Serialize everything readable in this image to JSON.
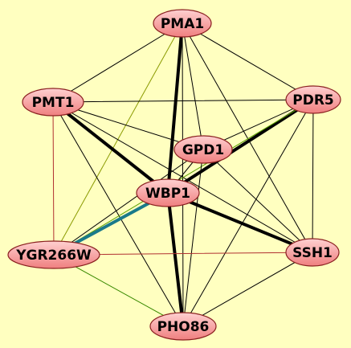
{
  "colors": {
    "background": "#ffffc0",
    "node_fill_light": "#ffd0d0",
    "node_fill_dark": "#ef7f7f",
    "node_stroke": "#8a2020"
  },
  "nodes": [
    {
      "id": "PMA1",
      "label": "PMA1"
    },
    {
      "id": "PMT1",
      "label": "PMT1"
    },
    {
      "id": "PDR5",
      "label": "PDR5"
    },
    {
      "id": "GPD1",
      "label": "GPD1"
    },
    {
      "id": "WBP1",
      "label": "WBP1"
    },
    {
      "id": "YGR266W",
      "label": "YGR266W"
    },
    {
      "id": "SSH1",
      "label": "SSH1"
    },
    {
      "id": "PHO86",
      "label": "PHO86"
    }
  ],
  "edges": [
    {
      "source": "PMA1",
      "target": "PMT1",
      "color": "#000000",
      "weight": "thin"
    },
    {
      "source": "PMA1",
      "target": "PDR5",
      "color": "#000000",
      "weight": "thin"
    },
    {
      "source": "PMA1",
      "target": "GPD1",
      "color": "#000000",
      "weight": "thin"
    },
    {
      "source": "PMA1",
      "target": "WBP1",
      "color": "#000000",
      "weight": "heavy"
    },
    {
      "source": "PMA1",
      "target": "YGR266W",
      "color": "#8a9a00",
      "weight": "thin"
    },
    {
      "source": "PMA1",
      "target": "SSH1",
      "color": "#000000",
      "weight": "thin"
    },
    {
      "source": "PMA1",
      "target": "PHO86",
      "color": "#000000",
      "weight": "thin"
    },
    {
      "source": "PMT1",
      "target": "PDR5",
      "color": "#000000",
      "weight": "thin"
    },
    {
      "source": "PMT1",
      "target": "GPD1",
      "color": "#000000",
      "weight": "thin"
    },
    {
      "source": "PMT1",
      "target": "WBP1",
      "color": "#000000",
      "weight": "heavy"
    },
    {
      "source": "PMT1",
      "target": "YGR266W",
      "color": "#b03030",
      "weight": "thin"
    },
    {
      "source": "PMT1",
      "target": "SSH1",
      "color": "#000000",
      "weight": "thin"
    },
    {
      "source": "PMT1",
      "target": "PHO86",
      "color": "#000000",
      "weight": "thin"
    },
    {
      "source": "PDR5",
      "target": "GPD1",
      "color": "#000000",
      "weight": "thin"
    },
    {
      "source": "PDR5",
      "target": "WBP1",
      "color": "#000000",
      "weight": "heavy"
    },
    {
      "source": "PDR5",
      "target": "YGR266W",
      "color": "#5aa000",
      "weight": "thin"
    },
    {
      "source": "PDR5",
      "target": "SSH1",
      "color": "#000000",
      "weight": "thin"
    },
    {
      "source": "PDR5",
      "target": "PHO86",
      "color": "#000000",
      "weight": "thin"
    },
    {
      "source": "GPD1",
      "target": "WBP1",
      "color": "#000000",
      "weight": "thin"
    },
    {
      "source": "GPD1",
      "target": "YGR266W",
      "color": "#000000",
      "weight": "thin"
    },
    {
      "source": "GPD1",
      "target": "SSH1",
      "color": "#000000",
      "weight": "thin"
    },
    {
      "source": "GPD1",
      "target": "PHO86",
      "color": "#000000",
      "weight": "thin"
    },
    {
      "source": "WBP1",
      "target": "YGR266W",
      "color": "#1a7a8a",
      "weight": "heavy"
    },
    {
      "source": "WBP1",
      "target": "SSH1",
      "color": "#000000",
      "weight": "heavy"
    },
    {
      "source": "WBP1",
      "target": "PHO86",
      "color": "#000000",
      "weight": "heavy"
    },
    {
      "source": "YGR266W",
      "target": "SSH1",
      "color": "#b03030",
      "weight": "thin"
    },
    {
      "source": "YGR266W",
      "target": "PHO86",
      "color": "#3a8a00",
      "weight": "thin"
    },
    {
      "source": "SSH1",
      "target": "PHO86",
      "color": "#000000",
      "weight": "thin"
    }
  ]
}
